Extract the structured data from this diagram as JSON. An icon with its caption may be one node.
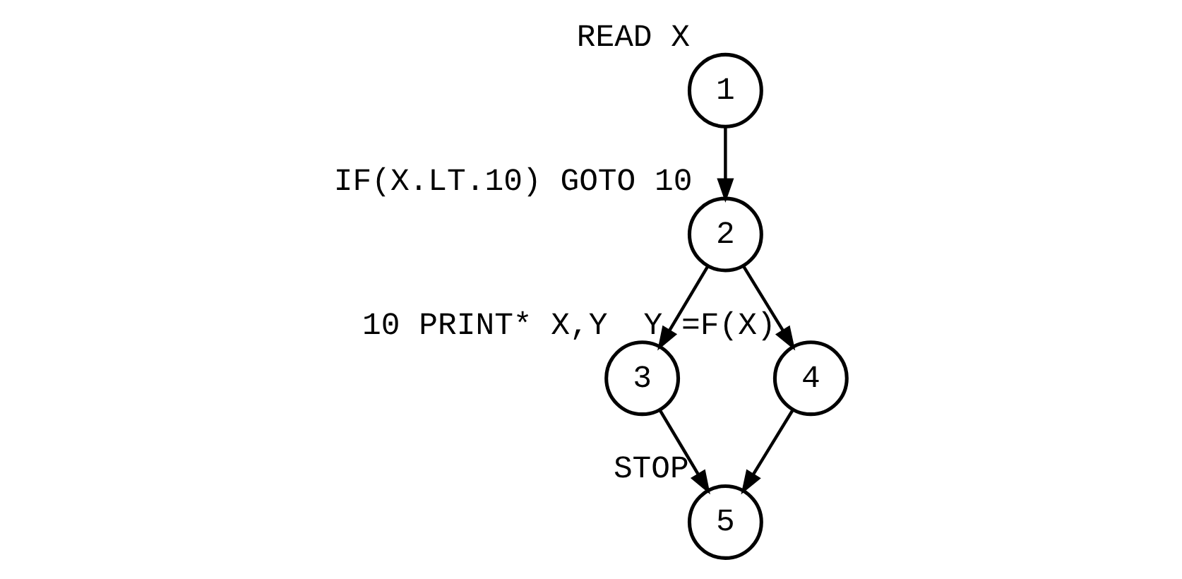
{
  "diagram": {
    "nodes": [
      {
        "text": [
          "1"
        ],
        "beside": [
          "READ X"
        ]
      },
      {
        "text": [
          "2"
        ],
        "beside": [
          "IF(X.LT.10) GOTO 10"
        ]
      },
      {
        "text": [
          "3"
        ],
        "beside": [
          "10 PRINT* X,Y"
        ]
      },
      {
        "text": [
          "4"
        ],
        "beside": [
          "Y =F(X)"
        ]
      },
      {
        "text": [
          "5"
        ],
        "beside": [
          "STOP"
        ]
      }
    ],
    "edges": [
      {
        "from": 0,
        "to": 1,
        "arrow": "to"
      },
      {
        "from": 1,
        "to": 2,
        "arrow": "to"
      },
      {
        "from": 1,
        "to": 3,
        "arrow": "to"
      },
      {
        "from": 2,
        "to": 4,
        "arrow": "to"
      },
      {
        "from": 3,
        "to": 4,
        "arrow": "to"
      }
    ]
  }
}
